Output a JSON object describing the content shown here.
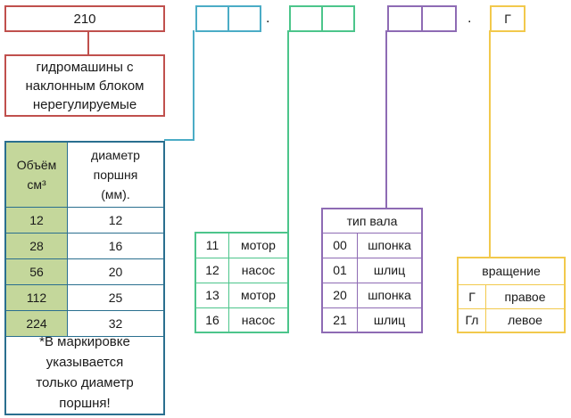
{
  "code_box": {
    "label": "210"
  },
  "description": {
    "lines": [
      "гидромашины с",
      "наклонным блоком",
      "нерегулируемые"
    ]
  },
  "separators": [
    ".",
    "."
  ],
  "rotation_box": {
    "label": "Г"
  },
  "volume_table": {
    "header_left": [
      "Объём",
      "см³"
    ],
    "header_right": [
      "диаметр",
      "поршня",
      "(мм)."
    ],
    "rows": [
      {
        "volume": "12",
        "diameter": "12"
      },
      {
        "volume": "28",
        "diameter": "16"
      },
      {
        "volume": "56",
        "diameter": "20"
      },
      {
        "volume": "112",
        "diameter": "25"
      },
      {
        "volume": "224",
        "diameter": "32"
      }
    ],
    "note": [
      "*В маркировке",
      "указывается",
      "только диаметр",
      "поршня!"
    ]
  },
  "type_table": {
    "rows": [
      {
        "code": "11",
        "name": "мотор"
      },
      {
        "code": "12",
        "name": "насос"
      },
      {
        "code": "13",
        "name": "мотор"
      },
      {
        "code": "16",
        "name": "насос"
      }
    ]
  },
  "shaft_table": {
    "title": "тип вала",
    "rows": [
      {
        "code": "00",
        "name": "шпонка"
      },
      {
        "code": "01",
        "name": "шлиц"
      },
      {
        "code": "20",
        "name": "шпонка"
      },
      {
        "code": "21",
        "name": "шлиц"
      }
    ]
  },
  "rotation_table": {
    "title": "вращение",
    "rows": [
      {
        "code": "Г",
        "name": "правое"
      },
      {
        "code": "Гл",
        "name": "левое"
      }
    ]
  },
  "colors": {
    "red": "#c0504d",
    "blue": "#4bacc6",
    "green": "#4cc58b",
    "purple": "#8e6bb4",
    "yellow": "#f2c94c",
    "olive_fill": "#c4d79b"
  }
}
